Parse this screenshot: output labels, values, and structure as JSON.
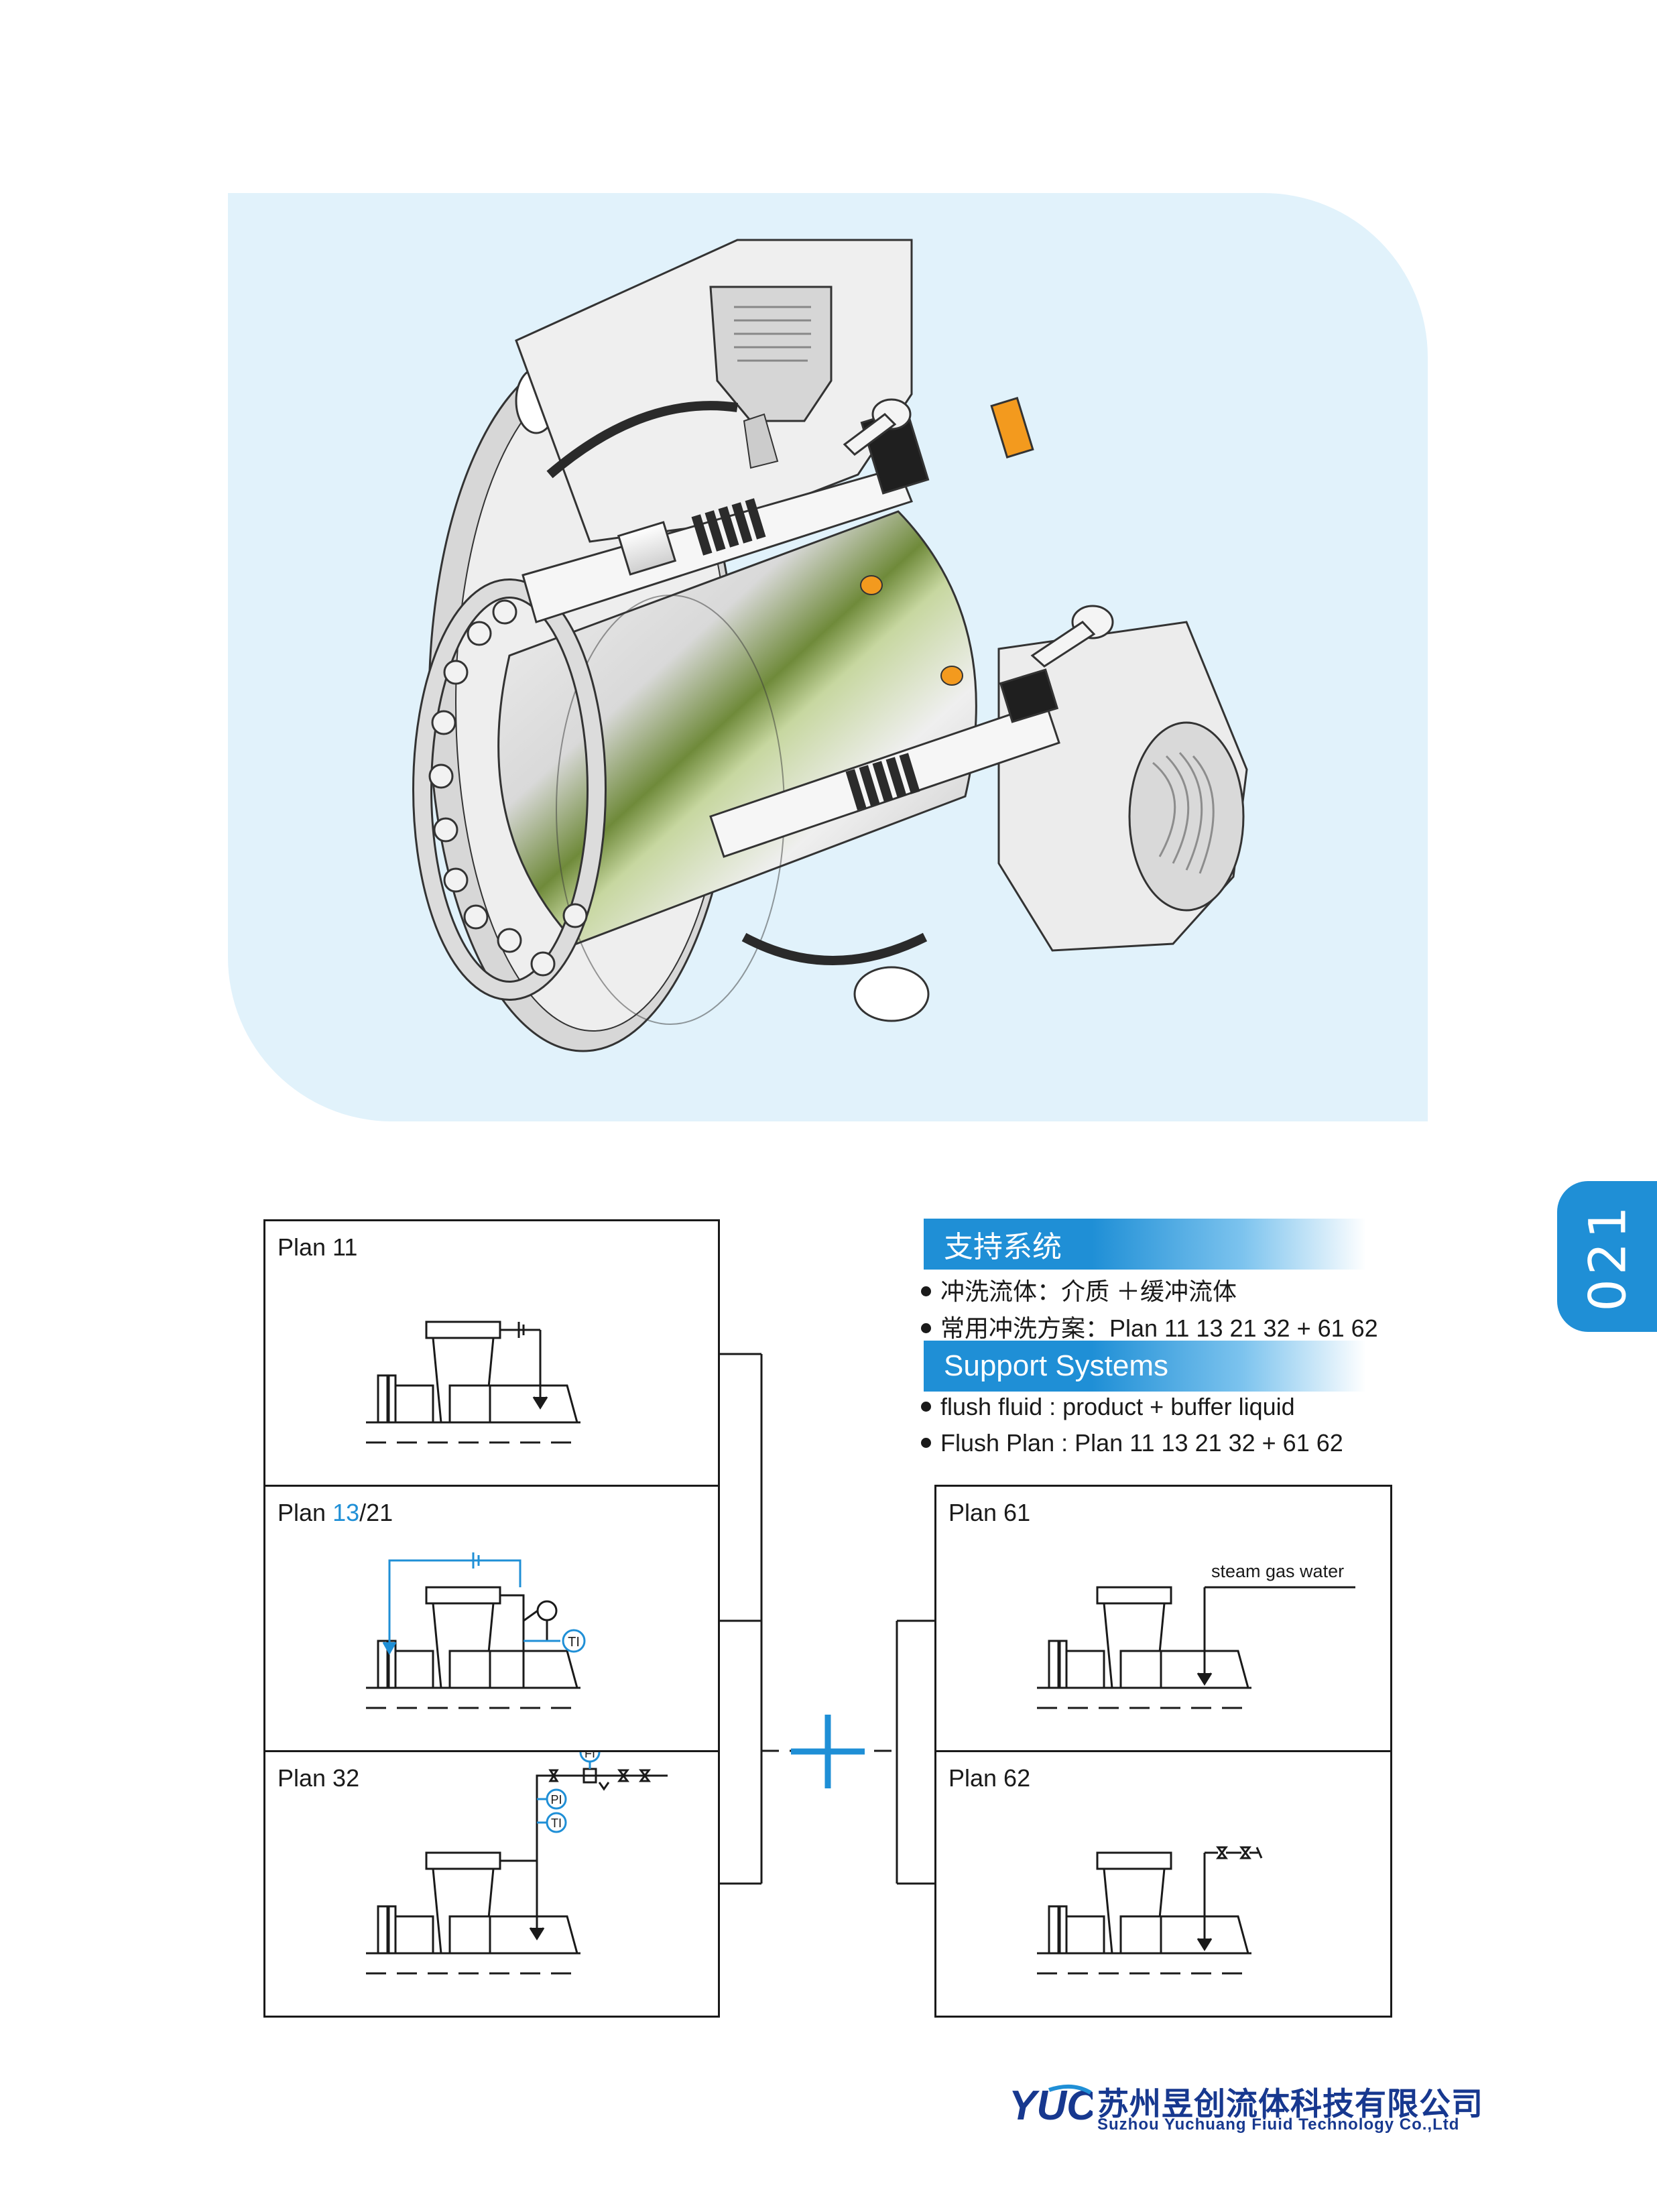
{
  "page_number": "021",
  "support_cn": {
    "heading": "支持系统",
    "bullets": [
      "冲洗流体：介质 ＋缓冲流体",
      "常用冲洗方案：Plan 11 13 21 32 +  61 62"
    ]
  },
  "support_en": {
    "heading": "Support Systems",
    "bullets": [
      "flush fluid :  product + buffer liquid",
      "Flush Plan : Plan 11 13 21 32 + 61 62"
    ]
  },
  "plans": {
    "plan11": {
      "title": "Plan 11"
    },
    "plan13_21": {
      "title_prefix": "Plan ",
      "title_highlight": "13",
      "title_suffix": "/21"
    },
    "plan32": {
      "title": "Plan 32",
      "instruments": [
        "FI",
        "PI",
        "TI"
      ]
    },
    "plan61": {
      "title": "Plan 61",
      "note": "steam gas water"
    },
    "plan62": {
      "title": "Plan 62"
    },
    "plan13_instrument": "TI"
  },
  "company": {
    "logo_text": "YUC",
    "name_cn": "苏州昱创流体科技有限公司",
    "name_en": "Suzhou Yuchuang Fiuid Technology Co.,Ltd"
  },
  "colors": {
    "accent_blue": "#1f8fd6",
    "panel_bg": "#e1f2fb",
    "company_blue": "#17388f",
    "orange_oring": "#f39a1e"
  },
  "icons": {
    "hero": "mechanical-seal-cutaway-illustration",
    "join": "plus-icon"
  }
}
